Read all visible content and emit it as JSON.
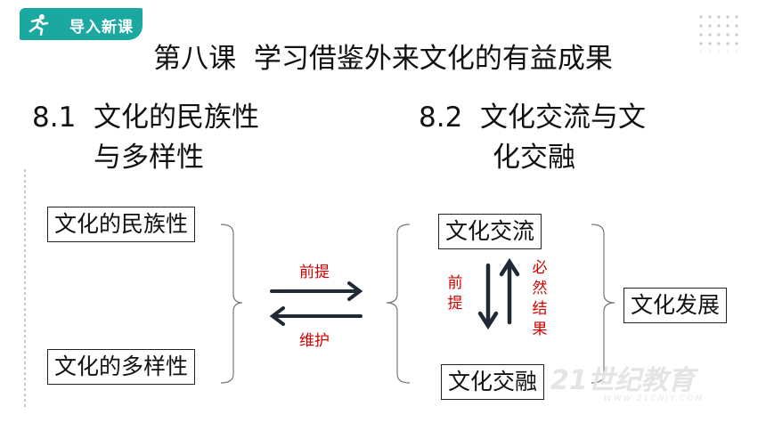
{
  "badge": {
    "label": "导入新课",
    "icon": "runner-icon",
    "color": "#1aa8a0"
  },
  "title": "第八课  学习借鉴外来文化的有益成果",
  "section1": {
    "line1": "8.1  文化的民族性",
    "line2": "与多样性"
  },
  "section2": {
    "line1": "8.2  文化交流与文",
    "line2": "化交融"
  },
  "left_boxes": [
    "文化的民族性",
    "文化的多样性"
  ],
  "arrows_center": {
    "top_label": "前提",
    "bottom_label": "维护"
  },
  "middle_boxes": [
    "文化交流",
    "文化交融"
  ],
  "middle_arrows": {
    "left_label": "前提",
    "right_label": "必然结果"
  },
  "right_box": "文化发展",
  "watermark": {
    "main": "21世纪教育",
    "sub": "WWW.21CNJY.COM"
  },
  "colors": {
    "accent_red": "#d40000",
    "teal": "#1aa8a0",
    "arrow_dark": "#1f2a36"
  }
}
